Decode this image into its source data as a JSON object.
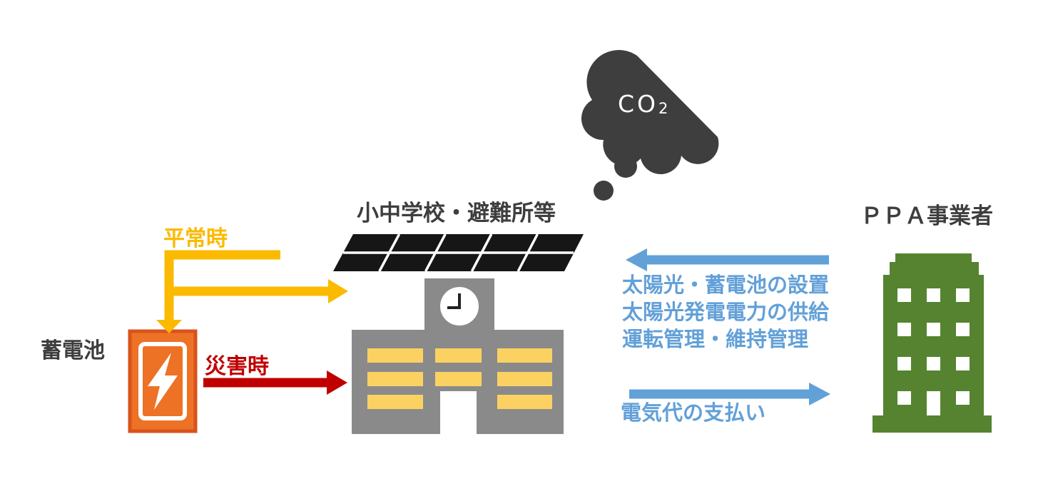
{
  "colors": {
    "dark": "#3e3e3e",
    "yellow": "#fbba00",
    "red": "#c00000",
    "blue": "#62a0d8",
    "green": "#55832f",
    "orange": "#ed7225",
    "orange_dark": "#d9531c",
    "gray": "#8a8a8a",
    "window": "#fbd262",
    "panel": "#161616"
  },
  "co2": {
    "label": "CO",
    "subscript": "2"
  },
  "school": {
    "label": "小中学校・避難所等"
  },
  "battery": {
    "label": "蓄電池"
  },
  "flows": {
    "normal": {
      "label": "平常時"
    },
    "disaster": {
      "label": "災害時"
    }
  },
  "ppa": {
    "label": "ＰＰＡ事業者",
    "services": [
      "太陽光・蓄電池の設置",
      "太陽光発電電力の供給",
      "運転管理・維持管理"
    ],
    "payment": "電気代の支払い"
  }
}
